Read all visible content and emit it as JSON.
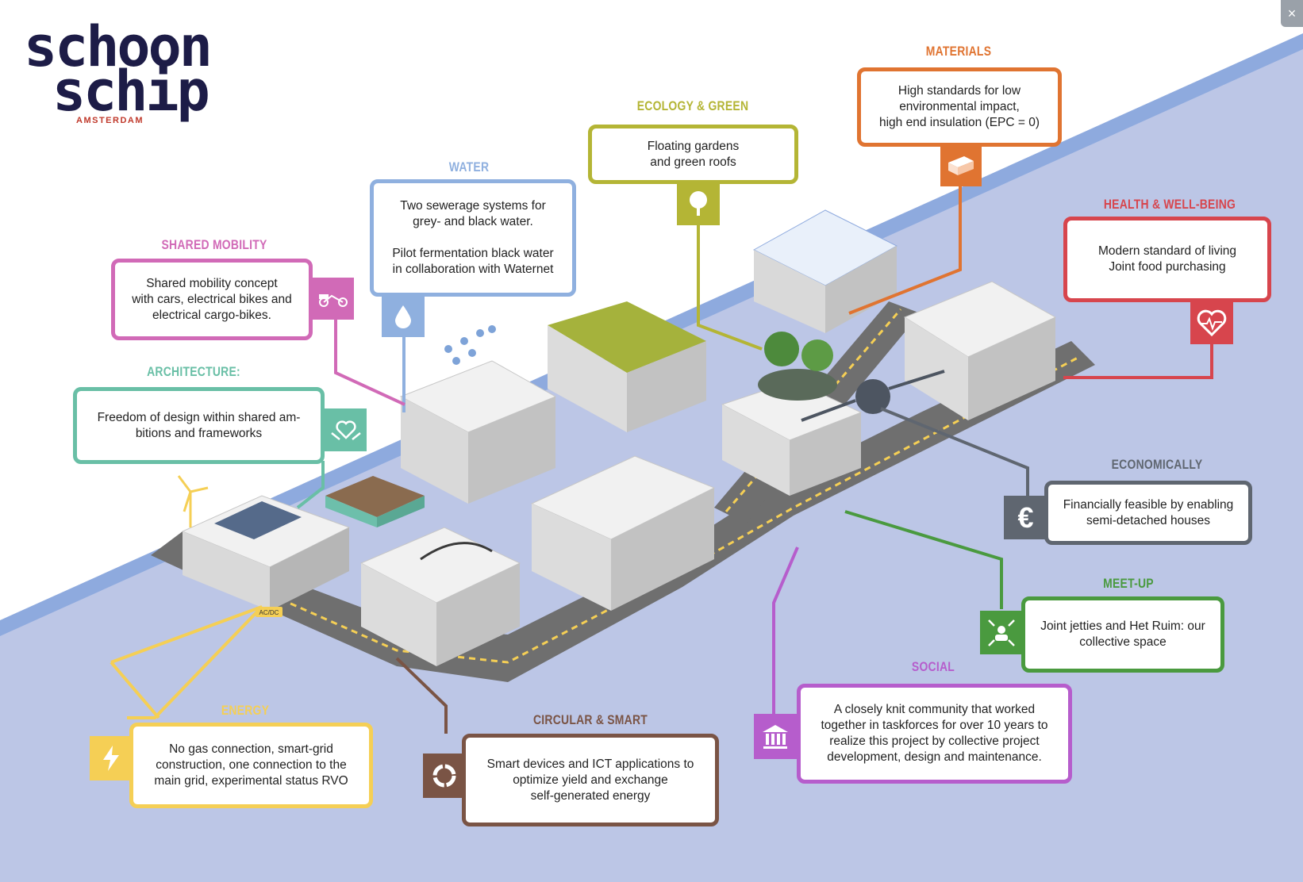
{
  "logo": {
    "line1": "schoon",
    "line2": "schip",
    "subtitle": "AMSTERDAM"
  },
  "close_button": "×",
  "colors": {
    "background_water": "#bcc6e6",
    "water_edge": "#8eaade",
    "shared_mobility": "#d16ab7",
    "architecture": "#69bfa6",
    "water": "#8fb0df",
    "ecology": "#b4b535",
    "materials": "#e07431",
    "health": "#d7454d",
    "economically": "#5f6670",
    "meet_up": "#4a9a3f",
    "social": "#b65dcc",
    "circular": "#7a5445",
    "energy": "#f5cf55"
  },
  "themes": [
    {
      "id": "materials",
      "title": "MATERIALS",
      "lines": [
        "High standards for low",
        "environmental impact,",
        "high end insulation (EPC = 0)"
      ],
      "icon": "brick-icon"
    },
    {
      "id": "ecology",
      "title": "ECOLOGY & GREEN",
      "lines": [
        "Floating gardens",
        "and green roofs"
      ],
      "icon": "tree-icon"
    },
    {
      "id": "water",
      "title": "WATER",
      "lines": [
        "Two sewerage systems for",
        "grey- and black water.",
        "",
        "Pilot fermentation black water",
        "in collaboration with Waternet"
      ],
      "icon": "water-drop-icon"
    },
    {
      "id": "shared_mobility",
      "title": "SHARED MOBILITY",
      "lines": [
        "Shared mobility concept",
        "with cars, electrical bikes and",
        "electrical cargo-bikes."
      ],
      "icon": "cargo-bike-icon"
    },
    {
      "id": "health",
      "title": "HEALTH & WELL-BEING",
      "lines": [
        "Modern standard of living",
        "Joint food purchasing"
      ],
      "icon": "heart-pulse-icon"
    },
    {
      "id": "architecture",
      "title": "ARCHITECTURE:",
      "lines": [
        "Freedom of design within shared am-",
        "bitions and frameworks"
      ],
      "icon": "heart-hands-icon"
    },
    {
      "id": "economically",
      "title": "ECONOMICALLY",
      "lines": [
        "Financially feasible by enabling",
        "semi-detached houses"
      ],
      "icon": "euro-icon"
    },
    {
      "id": "meet_up",
      "title": "MEET-UP",
      "lines": [
        "Joint jetties and Het Ruim: our",
        "collective space"
      ],
      "icon": "meeting-icon"
    },
    {
      "id": "social",
      "title": "SOCIAL",
      "lines": [
        "A closely knit community that worked",
        "together in taskforces for over 10 years to",
        "realize this project by collective project",
        "development, design and maintenance."
      ],
      "icon": "institution-icon"
    },
    {
      "id": "circular",
      "title": "CIRCULAR & SMART",
      "lines": [
        "Smart devices and ICT applications to",
        "optimize yield and exchange",
        "self-generated energy"
      ],
      "icon": "cycle-icon"
    },
    {
      "id": "energy",
      "title": "ENERGY",
      "lines": [
        "No gas connection, smart-grid",
        "construction, one connection to the",
        "main grid, experimental status  RVO"
      ],
      "icon": "lightning-icon"
    }
  ],
  "scene": {
    "acdc_label": "AC/DC"
  }
}
